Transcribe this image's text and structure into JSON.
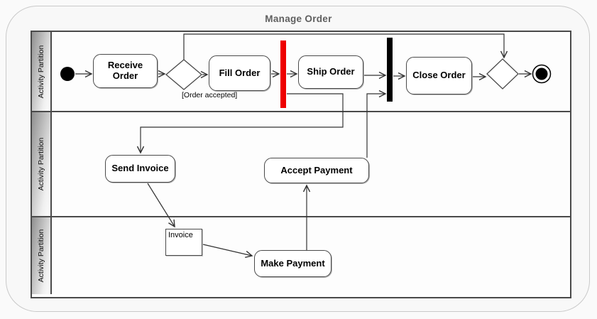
{
  "title": "Manage Order",
  "partitions": [
    {
      "label": "Activity Partition"
    },
    {
      "label": "Activity Partition"
    },
    {
      "label": "Activity Partition"
    }
  ],
  "nodes": {
    "receive_order": "Receive Order",
    "fill_order": "Fill Order",
    "ship_order": "Ship Order",
    "close_order": "Close Order",
    "send_invoice": "Send Invoice",
    "accept_payment": "Accept Payment",
    "make_payment": "Make Payment",
    "invoice_object": "Invoice"
  },
  "guard_label": "[Order accepted]",
  "colors": {
    "fork_bar": "#ee0000",
    "join_bar": "#000000",
    "edge": "#333333",
    "node_border": "#4a4a4a"
  }
}
